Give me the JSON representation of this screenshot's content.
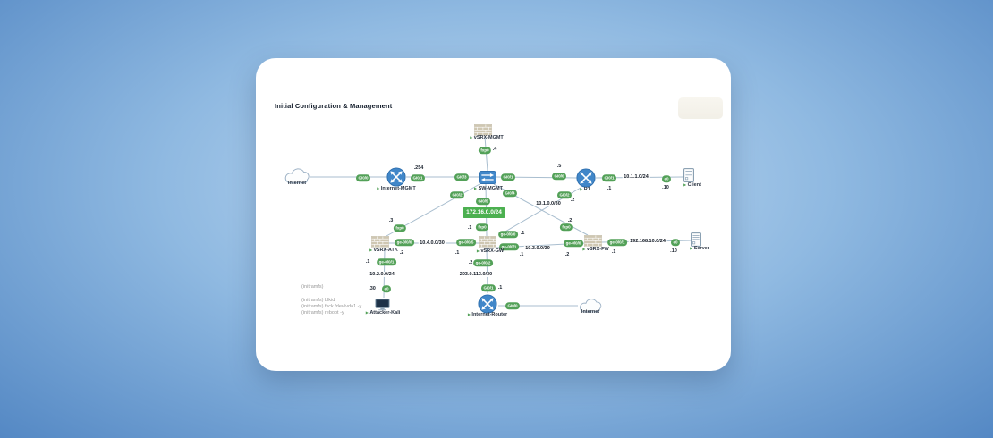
{
  "page": {
    "title": "Initial Configuration & Management"
  },
  "icons": {
    "play": "▶"
  },
  "banner": {
    "mgmt_network": "172.16.0.0/24"
  },
  "nodes": {
    "internet_left": {
      "label": "Internet"
    },
    "internet_mgmt": {
      "label": "Internet-MGMT",
      "mgmt_ip": ".254"
    },
    "sw_mgmt": {
      "label": "SW-MGMT"
    },
    "vsrx_mgmt": {
      "label": "vSRX-MGMT",
      "mgmt_ip": ".4"
    },
    "r1": {
      "label": "R1",
      "mgmt_ip": ".5"
    },
    "client": {
      "label": "Client",
      "ip": ".10"
    },
    "vsrx_atk": {
      "label": "vSRX-ATK",
      "mgmt_ip": ".3"
    },
    "vsrx_gw": {
      "label": "vSRX-GW",
      "mgmt_ip": ".1"
    },
    "vsrx_fw": {
      "label": "vSRX-FW",
      "mgmt_ip": ".2"
    },
    "attacker_kali": {
      "label": "Attacker-Kali",
      "ip": ".30"
    },
    "server": {
      "label": "Server",
      "ip": ".10"
    },
    "internet_router": {
      "label": "Internet-Router",
      "ip": ".1"
    },
    "internet_right": {
      "label": "Internet"
    }
  },
  "interfaces": {
    "internet_mgmt_gi00": "Gi0/0",
    "internet_mgmt_gi01": "Gi0/1",
    "sw_gi03": "Gi0/3",
    "sw_gi01": "Gi0/1",
    "sw_gi02": "Gi0/2",
    "sw_gi04": "Gi0/4",
    "sw_gi05": "Gi0/5",
    "vsrx_mgmt_fxp0": "fxp0",
    "r1_gi00": "Gi0/0",
    "r1_gi01": "Gi0/1",
    "r1_gi02": "Gi0/2",
    "client_e0": "e0",
    "atk_fxp0": "fxp0",
    "gw_fxp0": "fxp0",
    "fw_fxp0": "fxp0",
    "atk_ge000": "ge-0/0/0",
    "atk_ge001": "ge-0/0/1",
    "gw_ge005": "ge-0/0/5",
    "gw_ge000": "ge-0/0/0",
    "gw_ge001": "ge-0/0/1",
    "gw_ge002": "ge-0/0/2",
    "fw_ge000": "ge-0/0/0",
    "fw_ge001": "ge-0/0/1",
    "server_e0": "e0",
    "kali_e0": "e0",
    "ir_gi01": "Gi0/1",
    "ir_gi00": "Gi0/0"
  },
  "addresses": {
    "r1_gi01": ".1",
    "r1_gi02": ".2",
    "gw_ge000": ".1",
    "gw_ge005": ".1",
    "gw_ge001": ".1",
    "gw_ge002": ".2",
    "atk_ge000": ".2",
    "atk_ge001": ".1",
    "fw_ge000": ".2",
    "fw_ge001": ".1"
  },
  "networks": {
    "client_lan": "10.1.1.0/24",
    "r1_gw": "10.1.0.0/30",
    "atk_gw": "10.4.0.0/30",
    "gw_fw": "10.3.0.0/30",
    "server_lan": "192.168.10.0/24",
    "attacker_lan": "10.2.0.0/24",
    "internet_link": "203.0.113.0/30"
  },
  "console": {
    "line1": "(initramfs)",
    "line2": "(initramfs) blkid",
    "line3": "(initramfs) fsck /dev/vda1 -y",
    "line4": "(initramfs) reboot -y"
  }
}
